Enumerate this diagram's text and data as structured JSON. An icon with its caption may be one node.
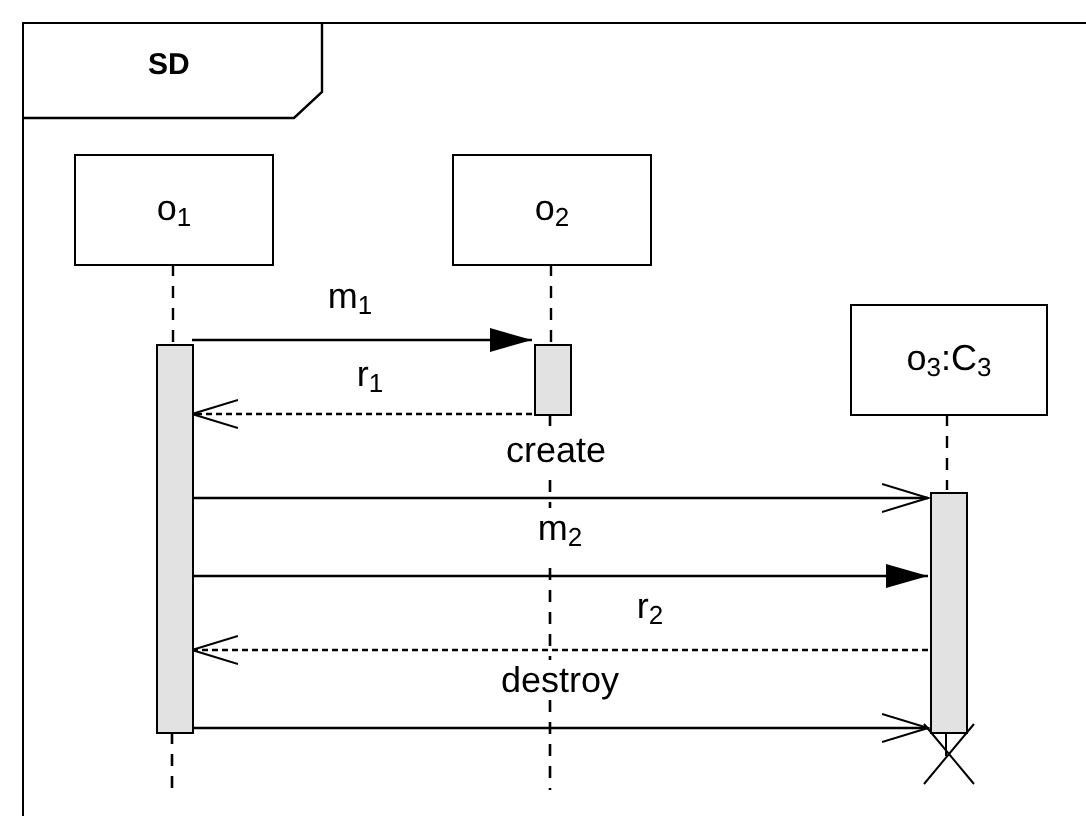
{
  "diagram": {
    "nodes": [
      {
        "text": [
          "SD"
        ]
      },
      {
        "text": [
          "o$_{1}$"
        ],
        "in": 0
      },
      {
        "text": [
          "o$_{2}$"
        ],
        "in": 0
      },
      {
        "text": [
          "o$_{3}$:C$_{3}$"
        ],
        "in": 0
      },
      {
        "text": [],
        "shape": "bar",
        "in": 0
      },
      {
        "text": [],
        "shape": "bar",
        "in": 0
      },
      {
        "text": [],
        "shape": "bar",
        "in": 0
      }
    ],
    "edges": [
      {
        "from": 1,
        "to": 4,
        "arrow": "none",
        "style": "dashed"
      },
      {
        "from": 2,
        "to": 5,
        "arrow": "none",
        "style": "dashed"
      },
      {
        "from": 3,
        "to": 6,
        "arrow": "none",
        "style": "dashed"
      },
      {
        "from": 4,
        "to": 5,
        "arrow": "to",
        "label": "m$_{1}$"
      },
      {
        "from": 5,
        "to": 4,
        "arrow": "to",
        "label": "r$_{1}$",
        "style": "dashed"
      },
      {
        "from": 4,
        "to": 6,
        "arrow": "to",
        "label": "create"
      },
      {
        "from": 4,
        "to": 6,
        "arrow": "to",
        "label": "m$_{2}$"
      },
      {
        "from": 6,
        "to": 4,
        "arrow": "to",
        "label": "r$_{2}$",
        "style": "dashed"
      },
      {
        "from": 4,
        "to": 6,
        "arrow": "to",
        "label": "destroy"
      }
    ]
  }
}
